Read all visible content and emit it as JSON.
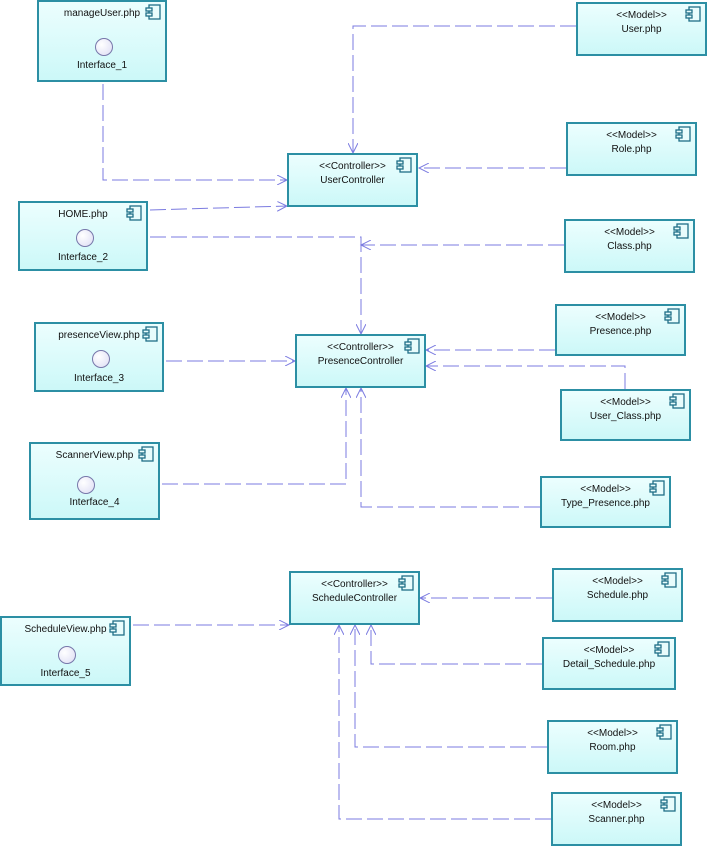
{
  "stereotypes": {
    "controller": "<<Controller>>",
    "model": "<<Model>>"
  },
  "colors": {
    "box_border": "#2c8fa4",
    "box_fill": "#ccf8f8",
    "connector": "#7b7be0"
  },
  "icons": {
    "component": "component-icon",
    "interface": "interface-circle-icon"
  },
  "views": [
    {
      "id": "manageUser",
      "file": "manageUser.php",
      "interface": "Interface_1"
    },
    {
      "id": "home",
      "file": "HOME.php",
      "interface": "Interface_2"
    },
    {
      "id": "presenceView",
      "file": "presenceView.php",
      "interface": "Interface_3"
    },
    {
      "id": "scannerView",
      "file": "ScannerView.php",
      "interface": "Interface_4"
    },
    {
      "id": "scheduleView",
      "file": "ScheduleView.php",
      "interface": "Interface_5"
    }
  ],
  "controllers": [
    {
      "id": "userController",
      "name": "UserController"
    },
    {
      "id": "presenceController",
      "name": "PresenceController"
    },
    {
      "id": "scheduleController",
      "name": "ScheduleController"
    }
  ],
  "models": [
    {
      "id": "user",
      "name": "User.php"
    },
    {
      "id": "role",
      "name": "Role.php"
    },
    {
      "id": "class",
      "name": "Class.php"
    },
    {
      "id": "presence",
      "name": "Presence.php"
    },
    {
      "id": "userClass",
      "name": "User_Class.php"
    },
    {
      "id": "typePresence",
      "name": "Type_Presence.php"
    },
    {
      "id": "schedule",
      "name": "Schedule.php"
    },
    {
      "id": "detailSchedule",
      "name": "Detail_Schedule.php"
    },
    {
      "id": "room",
      "name": "Room.php"
    },
    {
      "id": "scanner",
      "name": "Scanner.php"
    }
  ]
}
